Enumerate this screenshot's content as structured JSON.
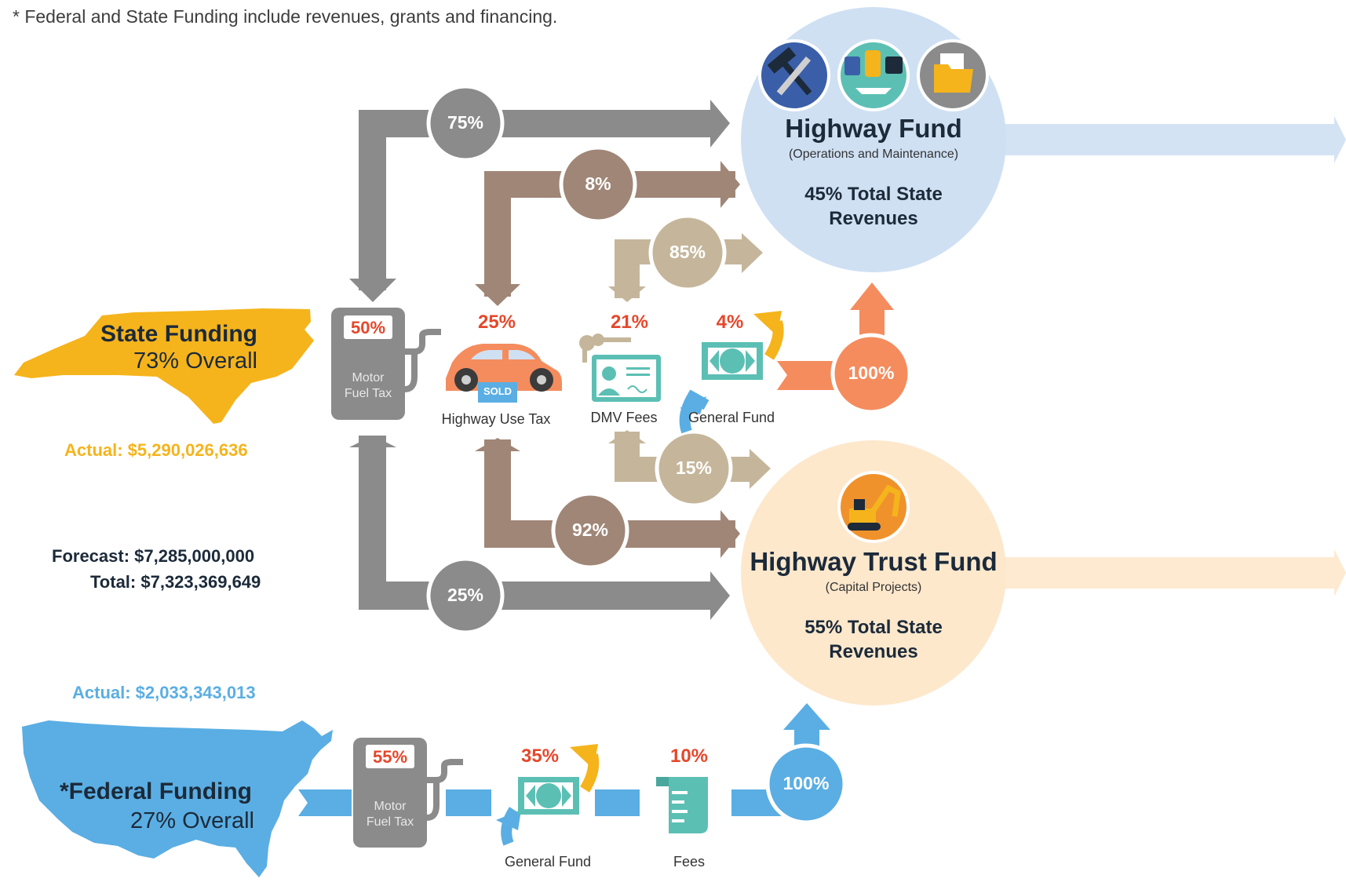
{
  "footnote": "* Federal and State Funding include revenues, grants and financing.",
  "state": {
    "title": "State Funding",
    "share": "73% Overall",
    "actual": "Actual: $5,290,026,636",
    "forecast": "Forecast: $7,285,000,000",
    "total": "Total: $7,323,369,649",
    "color": "#f5b41c"
  },
  "federal": {
    "title": "*Federal Funding",
    "share": "27% Overall",
    "actual": "Actual: $2,033,343,013",
    "color": "#5aaee3"
  },
  "state_sources": {
    "motor_fuel_tax": {
      "label_line1": "Motor",
      "label_line2": "Fuel Tax",
      "pct": "50%"
    },
    "highway_use_tax": {
      "label": "Highway Use Tax",
      "pct": "25%",
      "sold_tag": "SOLD"
    },
    "dmv_fees": {
      "label": "DMV Fees",
      "pct": "21%"
    },
    "general_fund": {
      "label": "General Fund",
      "pct": "4%"
    }
  },
  "federal_sources": {
    "motor_fuel_tax": {
      "label_line1": "Motor",
      "label_line2": "Fuel Tax",
      "pct": "55%"
    },
    "general_fund": {
      "label": "General Fund",
      "pct": "35%"
    },
    "fees": {
      "label": "Fees",
      "pct": "10%"
    }
  },
  "splits": {
    "fuel_to_highway_fund": "75%",
    "fuel_to_trust_fund": "25%",
    "use_tax_to_highway_fund": "8%",
    "use_tax_to_trust_fund": "92%",
    "dmv_to_highway_fund": "85%",
    "dmv_to_trust_fund": "15%",
    "general_fund_to_highway_fund": "100%",
    "federal_to_trust_fund": "100%"
  },
  "highway_fund": {
    "title": "Highway Fund",
    "subtitle": "(Operations and Maintenance)",
    "revenue_line1": "45% Total State",
    "revenue_line2": "Revenues",
    "color": "#cfe0f3"
  },
  "highway_trust_fund": {
    "title": "Highway Trust Fund",
    "subtitle": "(Capital Projects)",
    "revenue_line1": "55% Total State",
    "revenue_line2": "Revenues",
    "color": "#fde8cc"
  },
  "icons": {
    "tools": "hammer-wrench-icon",
    "transit": "transit-modes-icon",
    "folder": "folder-icon",
    "excavator": "excavator-icon",
    "pump": "fuel-pump-icon",
    "car": "car-icon",
    "license": "license-card-icon",
    "keys": "keys-icon",
    "cash": "cash-icon",
    "receipt": "receipt-icon"
  },
  "colors": {
    "gray": "#8b8b8c",
    "brown": "#a08677",
    "tan": "#c5b69b",
    "orange": "#f48c5e",
    "red_text": "#e5472b"
  }
}
